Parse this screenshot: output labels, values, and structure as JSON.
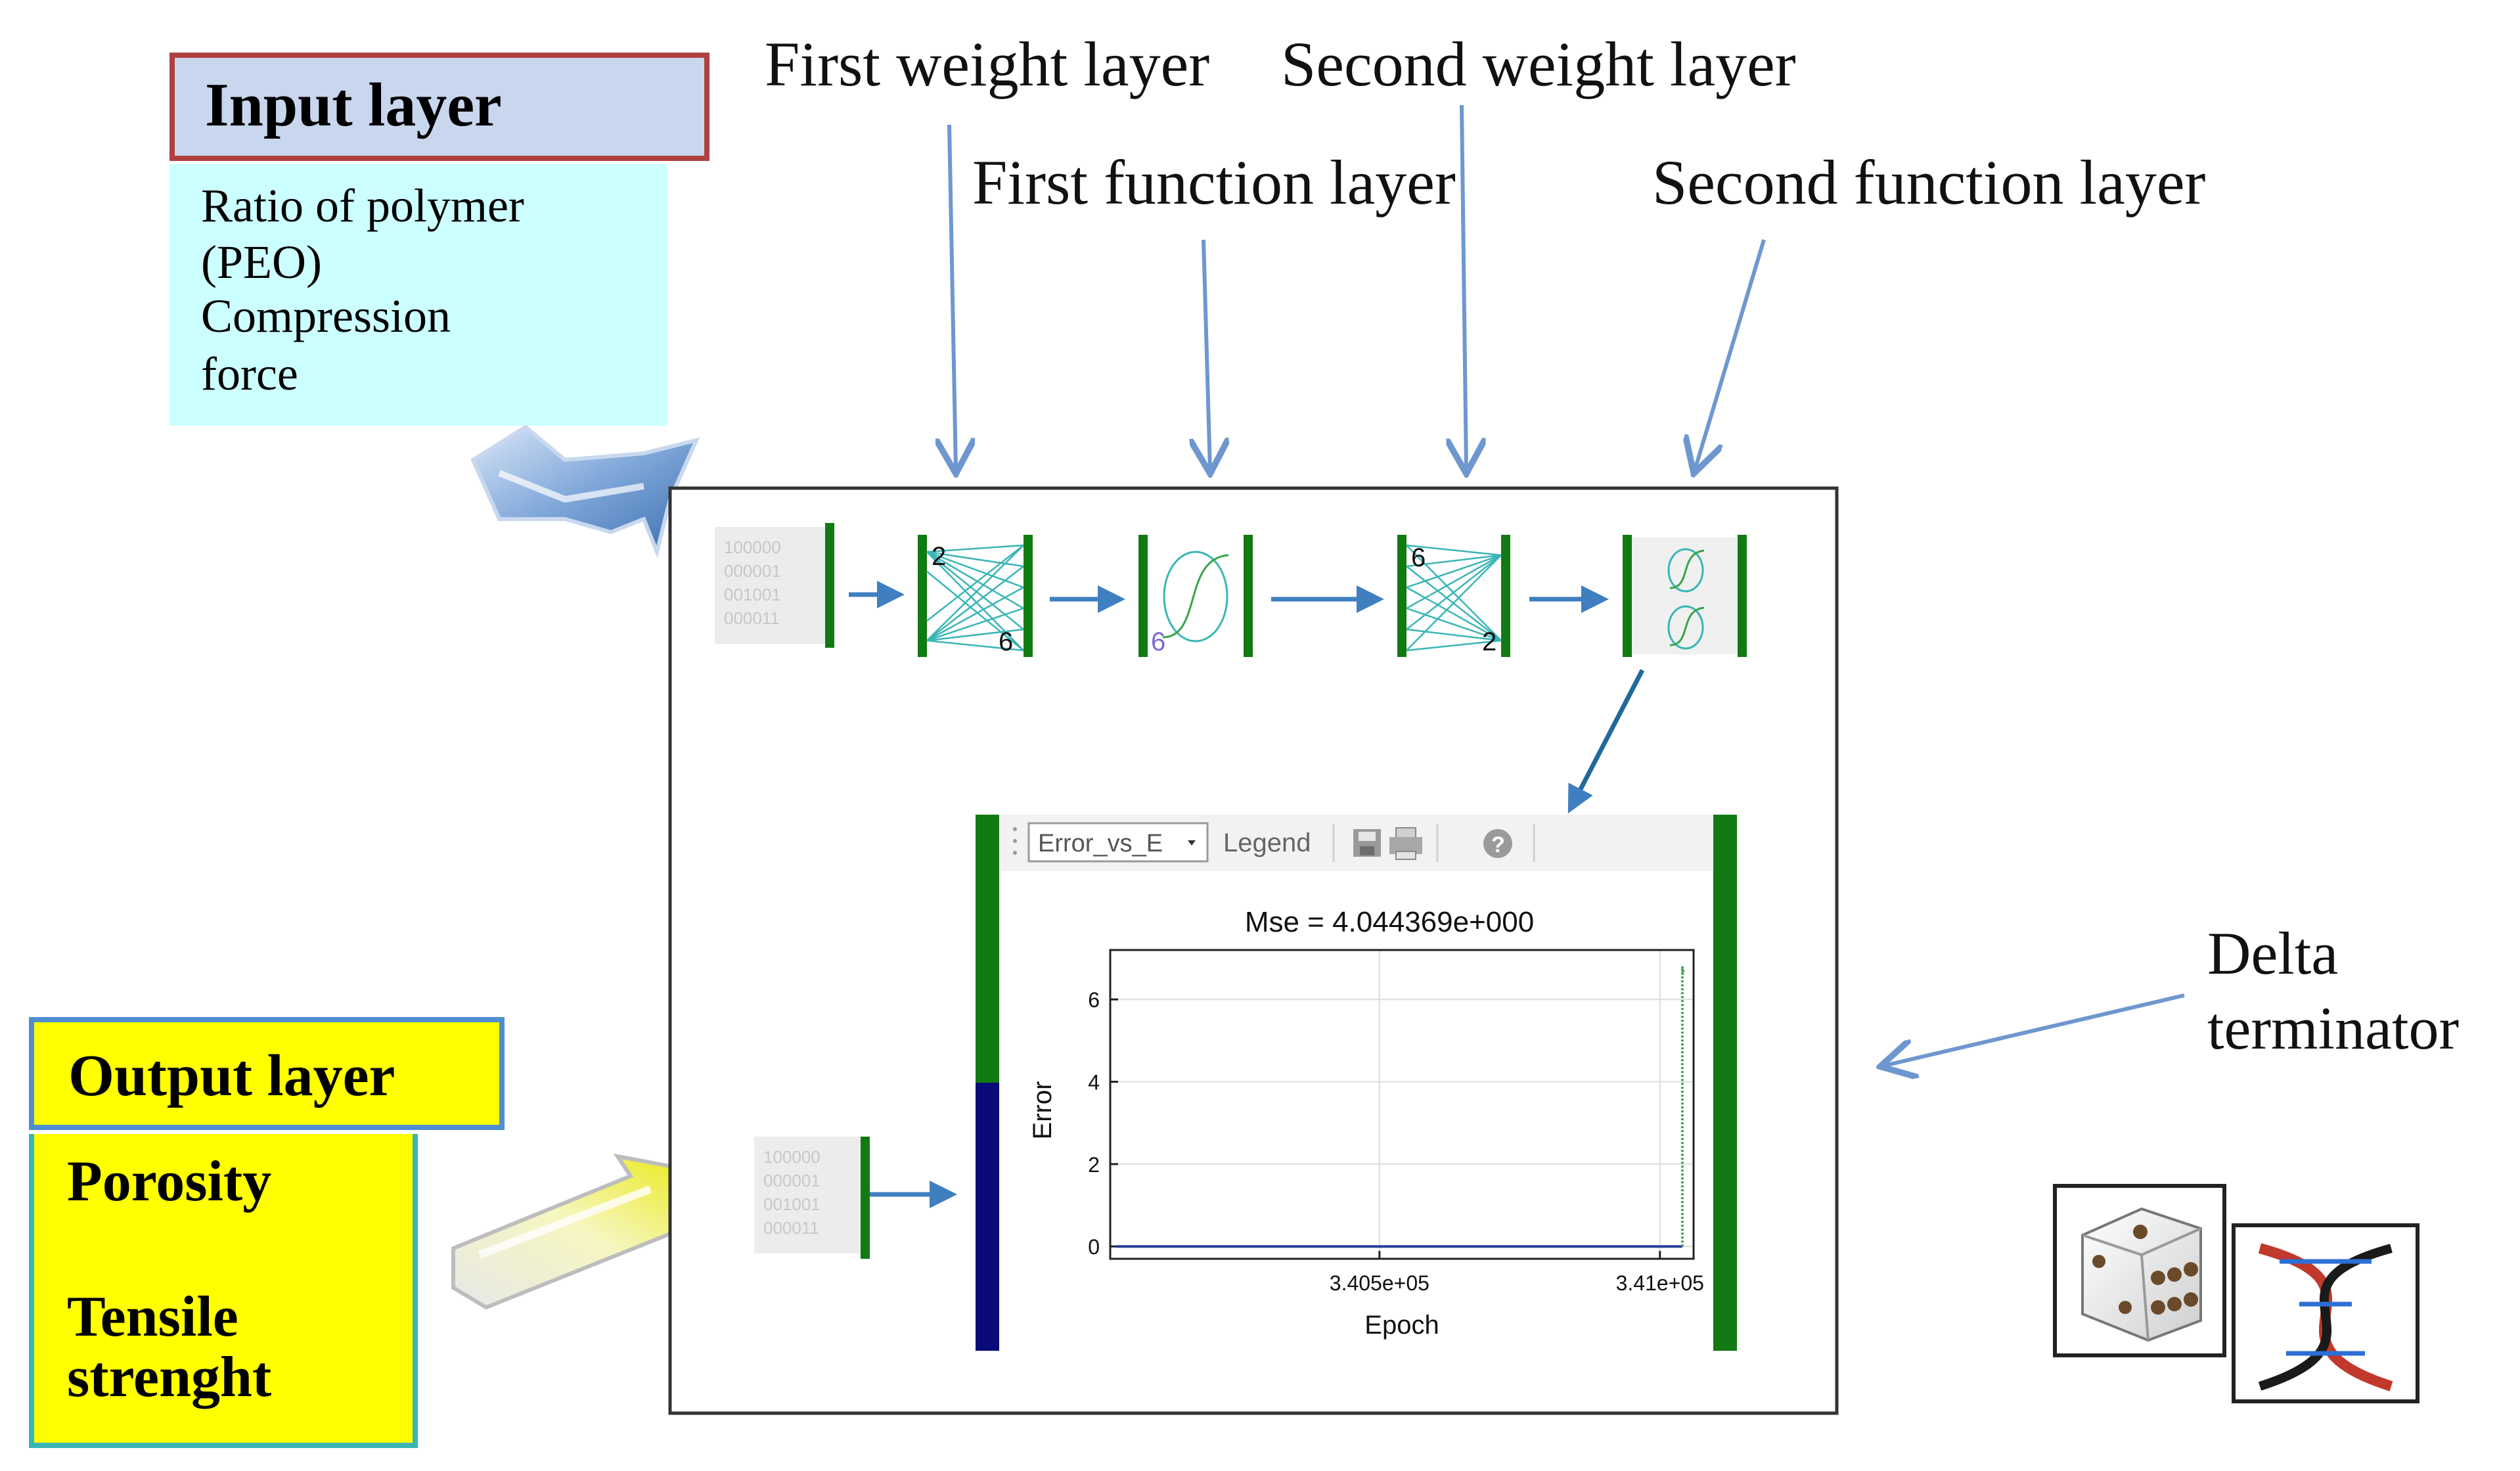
{
  "labels": {
    "first_weight": "First weight layer",
    "second_weight": "Second weight layer",
    "first_function": "First function layer",
    "second_function": "Second function layer",
    "delta_line1": "Delta",
    "delta_line2": "terminator"
  },
  "input_box": {
    "title": "Input layer",
    "items": [
      "Ratio of polymer",
      "(PEO)",
      "Compression",
      "force"
    ]
  },
  "output_box": {
    "title": "Output layer",
    "items": [
      "Porosity",
      "",
      "Tensile",
      "strenght"
    ]
  },
  "network": {
    "input_bits": [
      "100000",
      "000001",
      "001001",
      "000011"
    ],
    "w1_in": "2",
    "w1_out": "6",
    "f1_count": "6",
    "w2_in": "6",
    "w2_out": "2",
    "output_bits": [
      "100000",
      "000001",
      "001001",
      "000011"
    ]
  },
  "toolbar": {
    "dropdown_value": "Error_vs_E",
    "legend_label": "Legend"
  },
  "chart_data": {
    "type": "line",
    "title": "Mse = 4.044369e+000",
    "xlabel": "Epoch",
    "ylabel": "Error",
    "ylim": [
      -0.3,
      7.2
    ],
    "xlim": [
      340020,
      341060
    ],
    "yticks": [
      0,
      2,
      4,
      6
    ],
    "ytick_labels": [
      "0",
      "2",
      "4",
      "6"
    ],
    "xticks": [
      340500,
      341000
    ],
    "xtick_labels": [
      "3.405e+05",
      "3.41e+05"
    ],
    "grid": true,
    "series": [
      {
        "color": "#2b3b9c",
        "x": [
          340030,
          341040
        ],
        "y": [
          0.0,
          0.0
        ]
      },
      {
        "color": "#37a34a",
        "x": [
          341040,
          341040,
          341042
        ],
        "y": [
          0.0,
          6.8,
          6.6
        ]
      }
    ]
  },
  "colors": {
    "arrow": "#6f97cf",
    "green_bar": "#127a12",
    "navy_bar": "#0a0a7a",
    "input_title_bg": "#c8d6ee",
    "input_title_border": "#b04040",
    "input_body_bg": "#ccffff",
    "output_bg": "#ffff00",
    "output_border": "#4f8fcf",
    "teal": "#3ab5b5"
  },
  "icons": {
    "dice": "dice-icon",
    "dna": "dna-helix-icon"
  }
}
